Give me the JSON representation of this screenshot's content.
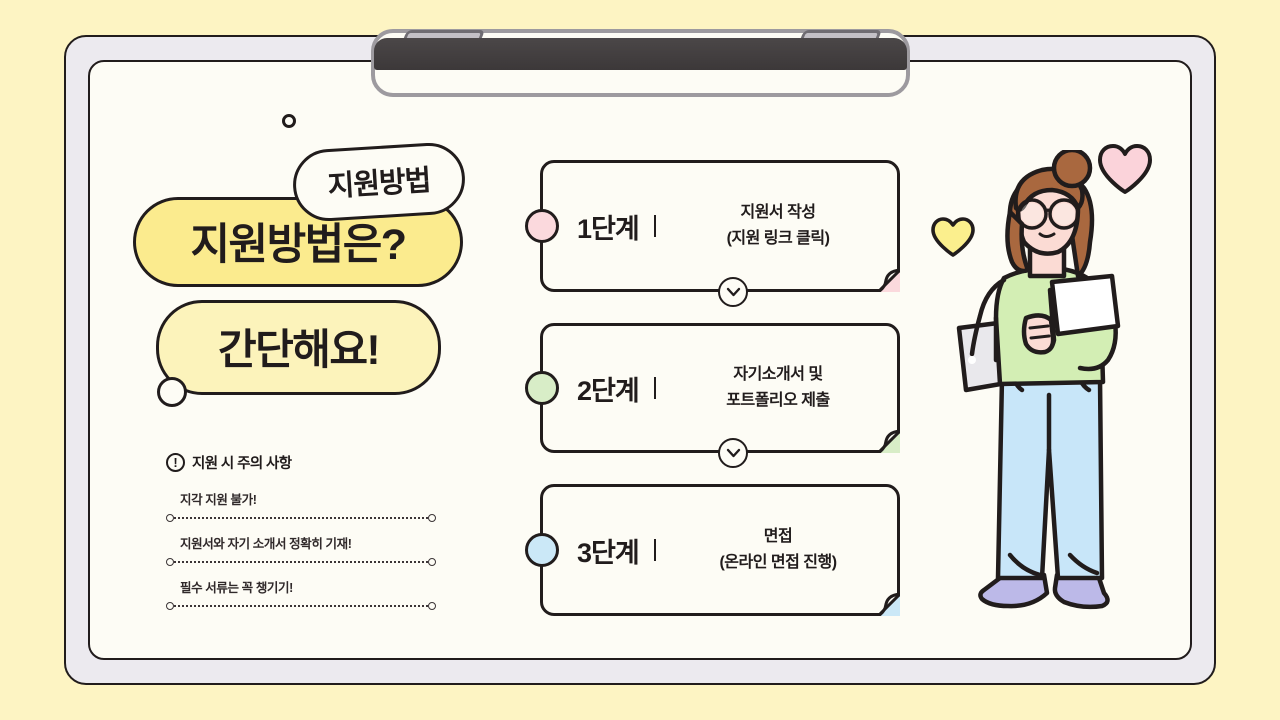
{
  "page": {
    "background_color": "#fdf4c3",
    "board_frame_color": "#eceaef",
    "board_page_color": "#fdfcf5",
    "ink_color": "#211c1c"
  },
  "clipboard": {
    "clip_bar_color": "#453f41",
    "clip_ring_color": "#9d9a9f"
  },
  "headline": {
    "tag_label": "지원방법",
    "main_label": "지원방법은?",
    "sub_label": "간단해요!",
    "main_bubble_color": "#fbeb8e",
    "sub_bubble_color": "#fcf3bb"
  },
  "notice": {
    "icon": "exclamation-circle-icon",
    "icon_glyph": "!",
    "title": "지원 시 주의 사항",
    "items": [
      "지각 지원 불가!",
      "지원서와 자기 소개서 정확히 기재!",
      "필수 서류는 꼭 챙기기!"
    ]
  },
  "steps": [
    {
      "number": "1단계",
      "description_line1": "지원서 작성",
      "description_line2": "(지원 링크 클릭)",
      "dot_color": "#fbd9dd",
      "fold_color": "#fbd9dd"
    },
    {
      "number": "2단계",
      "description_line1": "자기소개서 및",
      "description_line2": "포트폴리오 제출",
      "dot_color": "#d8edc7",
      "fold_color": "#d8edc7"
    },
    {
      "number": "3단계",
      "description_line1": "면접",
      "description_line2": "(온라인 면접 진행)",
      "dot_color": "#cbe8f7",
      "fold_color": "#cbe8f7"
    }
  ],
  "connectors": [
    {
      "icon": "chevron-down-icon"
    },
    {
      "icon": "chevron-down-icon"
    }
  ],
  "decorations": {
    "ring_icon": "small-circle-outline",
    "bubble_dot_icon": "speech-tail-dot",
    "heart_pink_color": "#fbd3da",
    "heart_yellow_color": "#fbef8d"
  },
  "illustration": {
    "name": "woman-holding-documents",
    "hair_color": "#a9683f",
    "top_color": "#d3eeb4",
    "pants_color": "#c8e6f9",
    "shoes_color": "#bcb9e8",
    "skin_color": "#fbdbd4",
    "paper_color": "#ffffff",
    "folder_color": "#e9e8ec"
  }
}
